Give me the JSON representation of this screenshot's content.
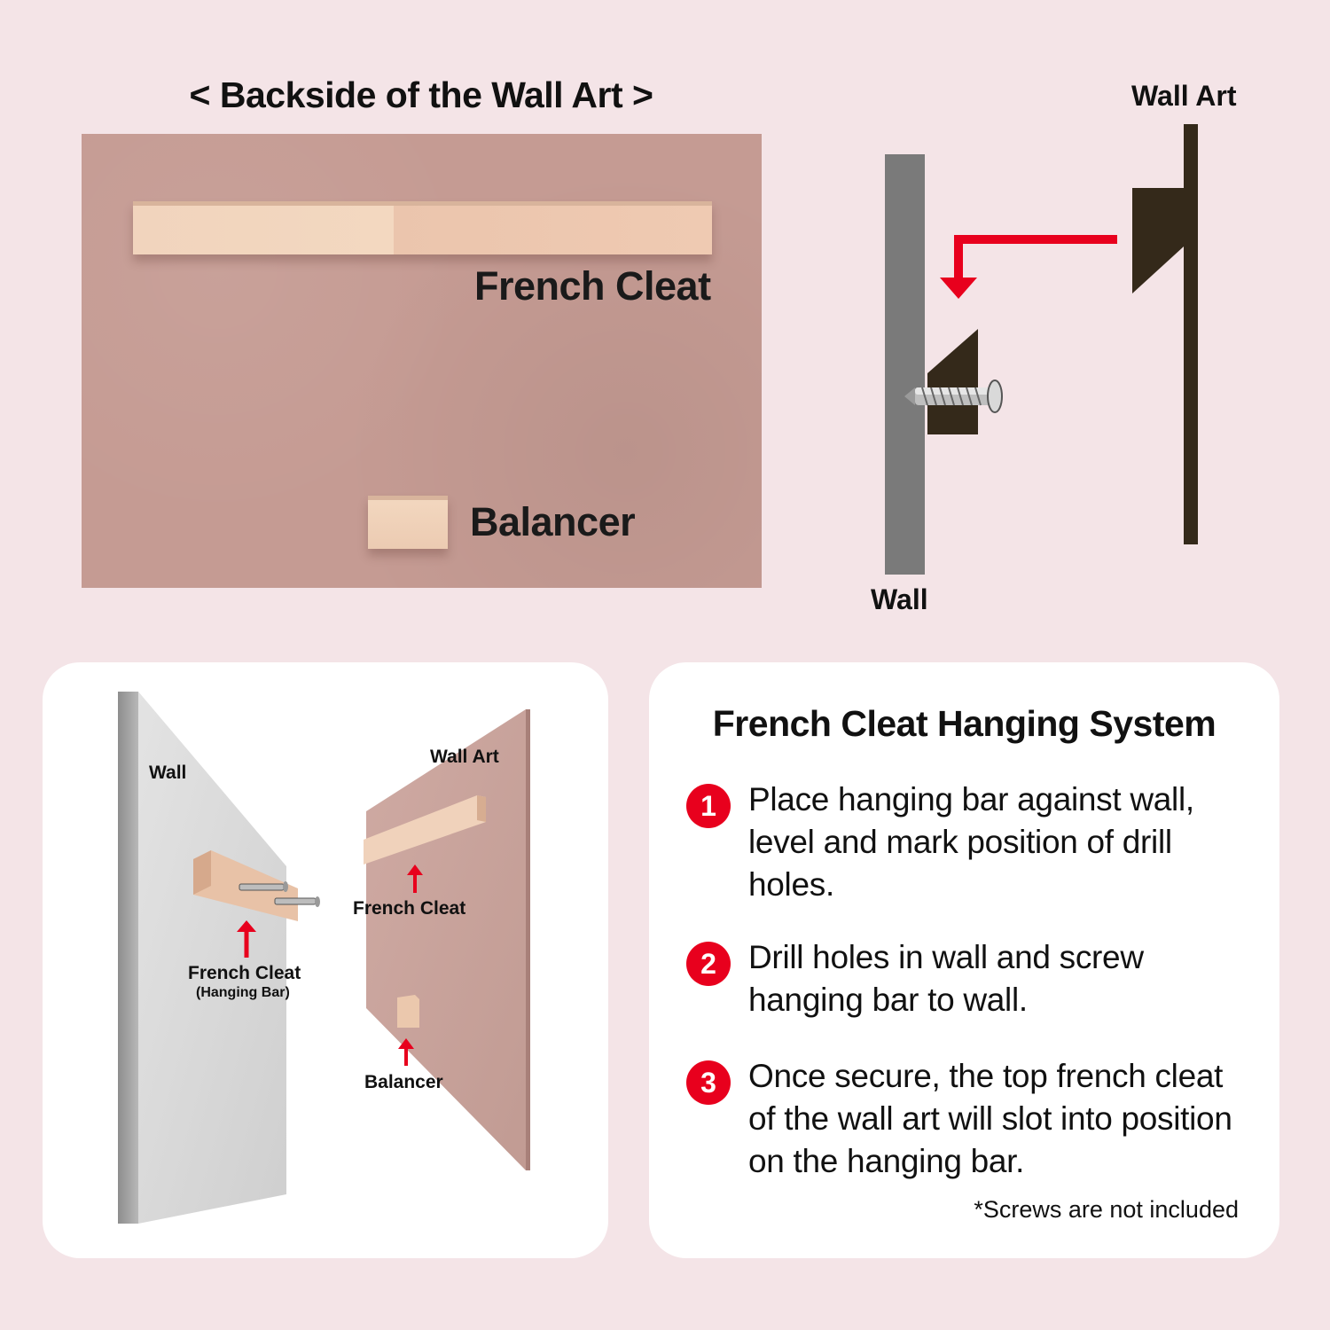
{
  "top": {
    "backside_title": "< Backside of the Wall Art >",
    "french_cleat_label": "French Cleat",
    "balancer_label": "Balancer"
  },
  "side_view": {
    "wall_art_label": "Wall Art",
    "wall_label": "Wall"
  },
  "perspective": {
    "wall_label": "Wall",
    "wall_art_label": "Wall Art",
    "wall_cleat_label": "French Cleat",
    "wall_cleat_sublabel": "(Hanging Bar)",
    "art_cleat_label": "French Cleat",
    "balancer_label": "Balancer"
  },
  "instructions": {
    "title": "French Cleat Hanging System",
    "steps": [
      {
        "num": "1",
        "text": "Place hanging bar against wall, level and mark position of drill holes."
      },
      {
        "num": "2",
        "text": "Drill holes in wall and screw hanging bar to wall."
      },
      {
        "num": "3",
        "text": "Once secure, the top french cleat of the wall art will slot into position on the hanging bar."
      }
    ],
    "footnote": "*Screws are not included"
  },
  "colors": {
    "accent_red": "#e8001d",
    "board": "#c59b93",
    "wall_gray": "#7a7a7a",
    "cleat_dark": "#34291a"
  }
}
